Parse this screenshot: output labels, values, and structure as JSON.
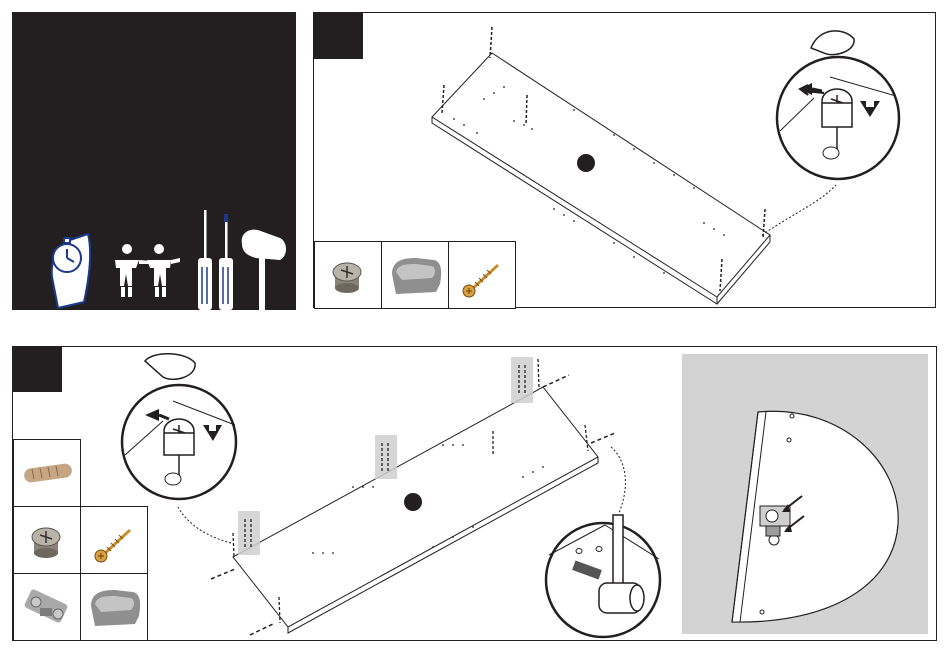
{
  "intro": {
    "panel": "intro-panel"
  },
  "steps": [
    {
      "number": "",
      "panel": "step-1"
    },
    {
      "number": "",
      "panel": "step-2"
    }
  ],
  "colors": {
    "ink": "#231f20",
    "accent": "#1b3a8c",
    "brass": "#c98a2a",
    "panel_grey": "#d3d3d3"
  },
  "icons": {
    "intro": [
      "stopwatch-hand-icon",
      "two-people-icon",
      "phillips-screwdriver-icon",
      "flat-screwdriver-icon",
      "mallet-icon"
    ],
    "step1_parts": [
      "cam-lock-icon",
      "cover-cap-icon",
      "wood-screw-icon"
    ],
    "step2_parts": [
      "wooden-dowel-icon",
      "cam-lock-icon",
      "wood-screw-icon",
      "hinge-icon",
      "cover-cap-icon"
    ]
  }
}
